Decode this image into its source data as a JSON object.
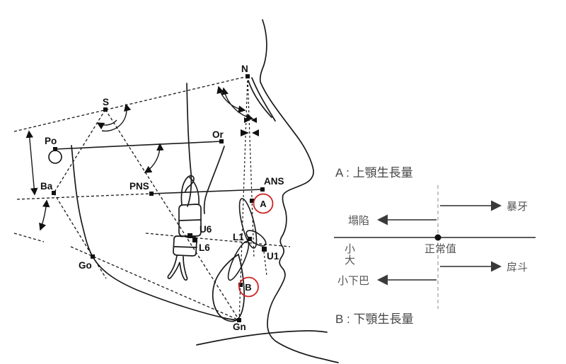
{
  "diagram": {
    "landmarks": {
      "N": "N",
      "S": "S",
      "Po": "Po",
      "Or": "Or",
      "Ba": "Ba",
      "PNS": "PNS",
      "ANS": "ANS",
      "A": "A",
      "B": "B",
      "U6": "U6",
      "L6": "L6",
      "L1": "L1",
      "U1": "U1",
      "Go": "Go",
      "Gn": "Gn"
    },
    "highlight_color": "#cc2222"
  },
  "legend": {
    "section_a_title": "A : 上顎生長量",
    "section_b_title": "B : 下顎生長量",
    "normal_value_label": "正常值",
    "axis_small_label": "小",
    "axis_large_label": "大",
    "maxilla_excess_label": "暴牙",
    "maxilla_deficit_label": "塌陷",
    "mandible_excess_label": "戽斗",
    "mandible_deficit_label": "小下巴",
    "arrow_color": "#4a4a4a",
    "dashed_guide_color": "#b0b0b0"
  }
}
